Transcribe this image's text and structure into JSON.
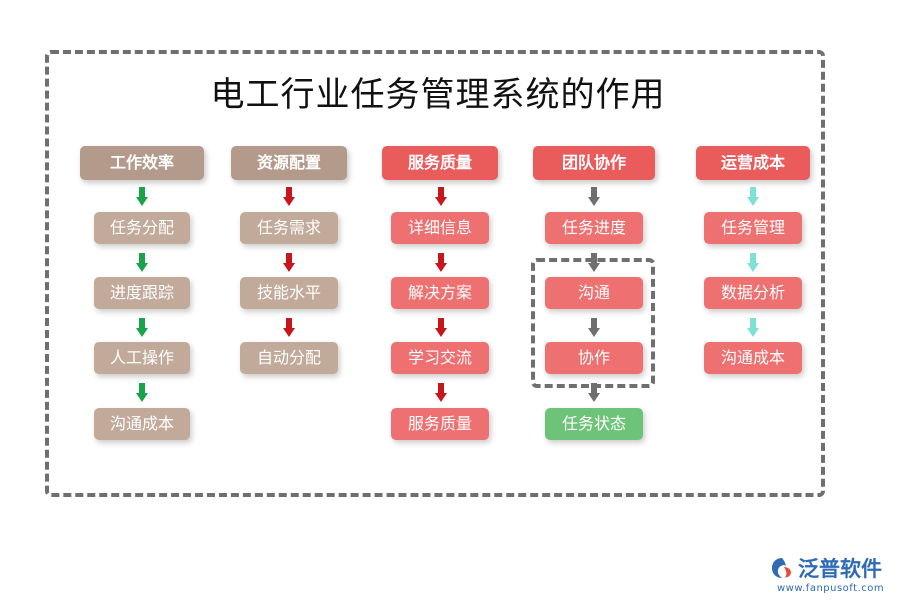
{
  "title": "电工行业任务管理系统的作用",
  "colors": {
    "brown_head": "#b39a8a",
    "brown_node": "#c2aa9a",
    "red_head": "#ea5b5b",
    "red_node": "#ee7070",
    "green_node": "#6dc478",
    "arrow_green": "#1aa34a",
    "arrow_red": "#c8161d",
    "arrow_gray": "#6f6f6f",
    "arrow_cyan": "#7fe0d6"
  },
  "columns": [
    {
      "header": "工作效率",
      "items": [
        "任务分配",
        "进度跟踪",
        "人工操作",
        "沟通成本"
      ]
    },
    {
      "header": "资源配置",
      "items": [
        "任务需求",
        "技能水平",
        "自动分配"
      ]
    },
    {
      "header": "服务质量",
      "items": [
        "详细信息",
        "解决方案",
        "学习交流",
        "服务质量"
      ]
    },
    {
      "header": "团队协作",
      "items": [
        "任务进度",
        "沟通",
        "协作",
        "任务状态"
      ]
    },
    {
      "header": "运营成本",
      "items": [
        "任务管理",
        "数据分析",
        "沟通成本"
      ]
    }
  ],
  "brand": {
    "name": "泛普软件",
    "url": "www.fanpusoft.com"
  }
}
